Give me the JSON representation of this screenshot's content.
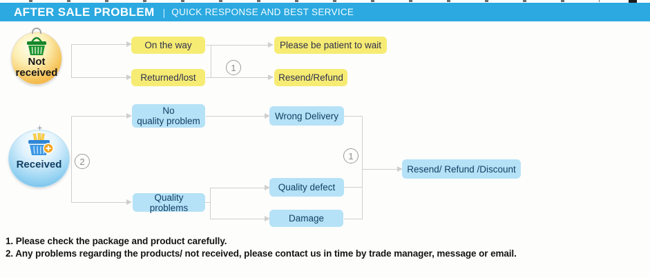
{
  "header": {
    "title": "AFTER SALE PROBLEM",
    "separator": "|",
    "subtitle": "QUICK RESPONSE AND BEST SERVICE"
  },
  "flow": {
    "source_not_received": "Not\nreceived",
    "source_received": "Received",
    "marker_top": "1",
    "marker_left": "2",
    "marker_right": "1",
    "on_the_way": "On the way",
    "returned_lost": "Returned/lost",
    "be_patient": "Please be patient to wait",
    "resend_refund": "Resend/Refund",
    "no_quality_problem": "No\nquality problem",
    "quality_problems": "Quality problems",
    "wrong_delivery": "Wrong Delivery",
    "quality_defect": "Quality defect",
    "damage": "Damage",
    "resend_refund_discount": "Resend/ Refund /Discount"
  },
  "notes": {
    "line1": "1. Please check the package and product carefully.",
    "line2": "2. Any problems regarding the products/ not received, please contact us in time by trade manager, message or email."
  },
  "colors": {
    "header_bg": "#2BA9E0",
    "yellow_node": "#F6EC73",
    "yellow_text": "#2F2F4F",
    "blue_node": "#B5E2F7",
    "blue_text": "#123F63",
    "connector": "#CFCFCF",
    "ball_orange": "#EC9F2B",
    "ball_blue": "#5CB4E6"
  }
}
